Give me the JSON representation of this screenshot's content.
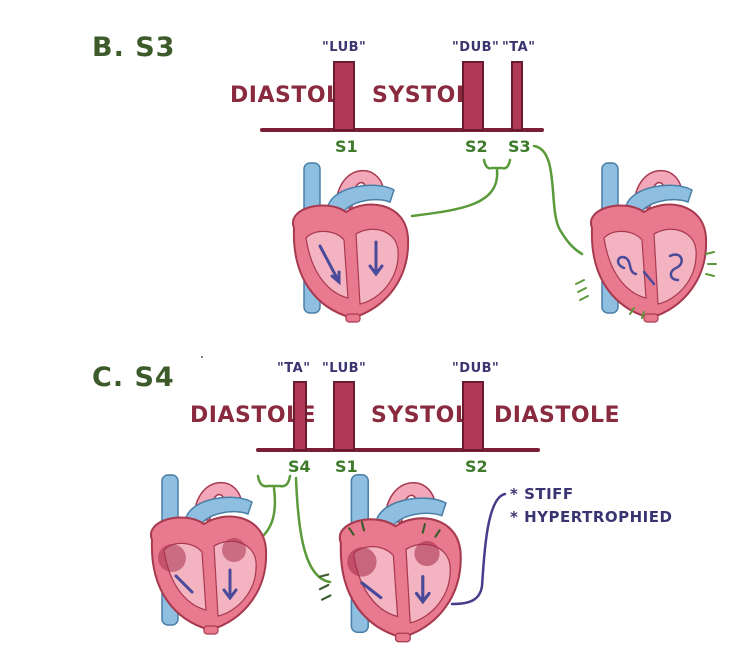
{
  "section_b": {
    "title": "B. S3",
    "phases": {
      "diastole": "DIASTOLE",
      "systole": "SYSTOLE"
    },
    "quotes": {
      "lub": "\"LUB\"",
      "dub": "\"DUB\"",
      "ta": "\"TA\""
    },
    "sounds": {
      "s1": "S1",
      "s2": "S2",
      "s3": "S3"
    }
  },
  "section_c": {
    "title": "C. S4",
    "phases": {
      "diastole_left": "DIASTOLE",
      "systole": "SYSTOLE",
      "diastole_right": "DIASTOLE"
    },
    "quotes": {
      "ta": "\"TA\"",
      "lub": "\"LUB\"",
      "dub": "\"DUB\""
    },
    "sounds": {
      "s4": "S4",
      "s1": "S1",
      "s2": "S2"
    },
    "notes": [
      "* STIFF",
      "* HYPERTROPHIED"
    ]
  },
  "colors": {
    "title_green": "#3d5a2a",
    "phase_text": "#8a2a3e",
    "bar": "#b03a55",
    "bar_outline": "#6a1a2e",
    "sound_green": "#3d7a2a",
    "connector_green": "#5a9a3a",
    "quote_text": "#3a3470",
    "heart_pink": "#e8798e",
    "heart_dark": "#a83a50",
    "vessel_blue": "#7fb3d8",
    "arrow_purple": "#4a4a9a"
  },
  "icons": [
    "heart-normal-icon",
    "heart-s3-icon",
    "heart-normal-s4-icon",
    "heart-stiff-icon"
  ]
}
